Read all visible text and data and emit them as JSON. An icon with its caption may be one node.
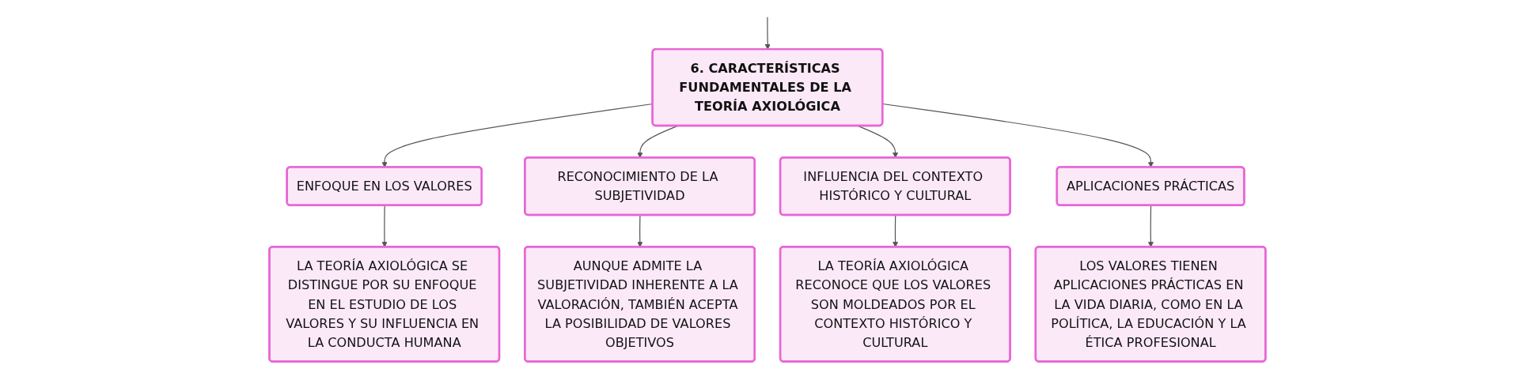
{
  "diagram": {
    "nodes": [
      {
        "text": [
          "6. CARACTERÍSTICAS FUNDAMENTALES DE LA TEORÍA AXIOLÓGICA"
        ]
      },
      {
        "text": [
          "ENFOQUE EN LOS VALORES"
        ]
      },
      {
        "text": [
          "RECONOCIMIENTO DE LA SUBJETIVIDAD"
        ]
      },
      {
        "text": [
          "INFLUENCIA DEL CONTEXTO HISTÓRICO Y CULTURAL"
        ]
      },
      {
        "text": [
          "APLICACIONES PRÁCTICAS"
        ]
      },
      {
        "text": [
          "LA TEORÍA AXIOLÓGICA SE DISTINGUE POR SU ENFOQUE EN EL ESTUDIO DE LOS VALORES Y SU INFLUENCIA EN LA CONDUCTA HUMANA"
        ]
      },
      {
        "text": [
          "AUNQUE ADMITE LA SUBJETIVIDAD INHERENTE A LA VALORACIÓN, TAMBIÉN ACEPTA LA POSIBILIDAD DE VALORES OBJETIVOS"
        ]
      },
      {
        "text": [
          "LA TEORÍA AXIOLÓGICA RECONOCE QUE LOS VALORES SON MOLDEADOS POR EL CONTEXTO HISTÓRICO Y CULTURAL"
        ]
      },
      {
        "text": [
          "LOS VALORES TIENEN APLICACIONES PRÁCTICAS EN LA VIDA DIARIA, COMO EN LA POLÍTICA, LA EDUCACIÓN Y LA ÉTICA PROFESIONAL"
        ]
      }
    ],
    "edges": [
      {
        "from": null,
        "to": 0,
        "arrow": "to"
      },
      {
        "from": 0,
        "to": 1,
        "arrow": "to"
      },
      {
        "from": 0,
        "to": 2,
        "arrow": "to"
      },
      {
        "from": 0,
        "to": 3,
        "arrow": "to"
      },
      {
        "from": 0,
        "to": 4,
        "arrow": "to"
      },
      {
        "from": 1,
        "to": 5,
        "arrow": "to"
      },
      {
        "from": 2,
        "to": 6,
        "arrow": "to"
      },
      {
        "from": 3,
        "to": 7,
        "arrow": "to"
      },
      {
        "from": 4,
        "to": 8,
        "arrow": "to"
      }
    ]
  }
}
